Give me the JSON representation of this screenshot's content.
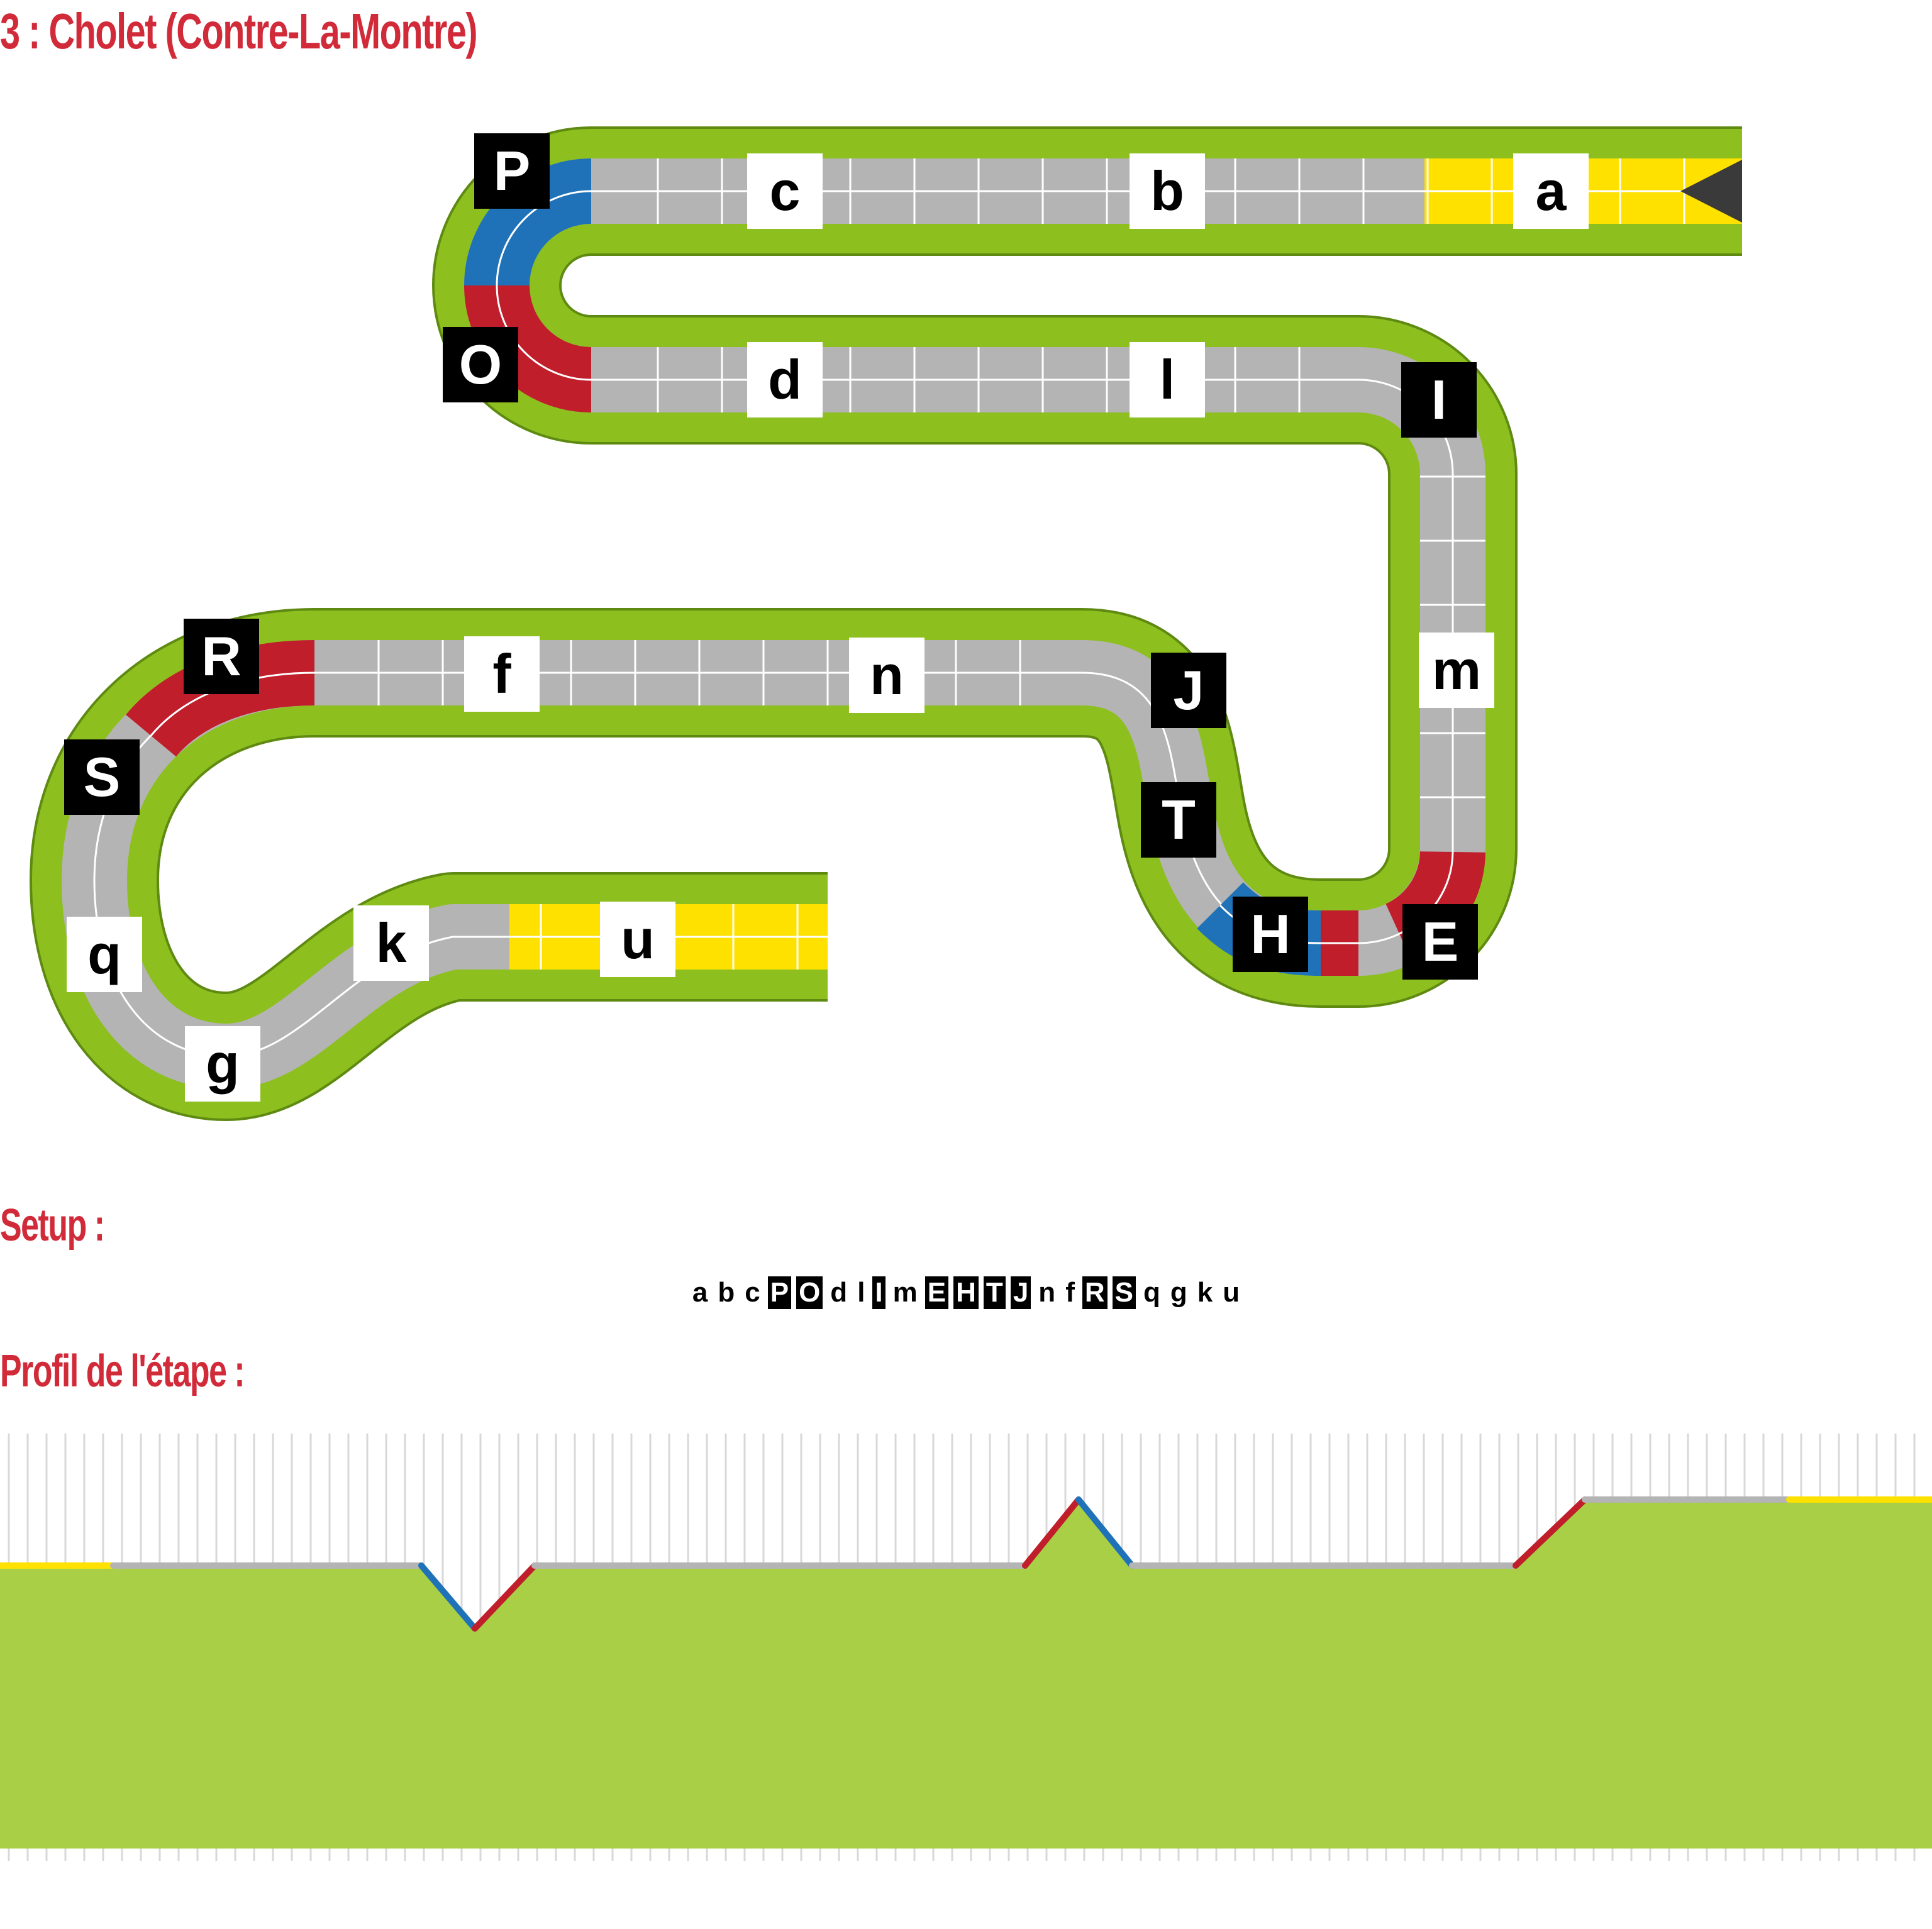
{
  "title": "3 : Cholet (Contre-La-Montre)",
  "setup": {
    "heading": "Setup :",
    "sequence": [
      {
        "label": "a",
        "style": "white"
      },
      {
        "label": "b",
        "style": "white"
      },
      {
        "label": "c",
        "style": "white"
      },
      {
        "label": "P",
        "style": "black"
      },
      {
        "label": "O",
        "style": "black"
      },
      {
        "label": "d",
        "style": "white"
      },
      {
        "label": "l",
        "style": "white"
      },
      {
        "label": "I",
        "style": "black"
      },
      {
        "label": "m",
        "style": "white"
      },
      {
        "label": "E",
        "style": "black"
      },
      {
        "label": "H",
        "style": "black"
      },
      {
        "label": "T",
        "style": "black"
      },
      {
        "label": "J",
        "style": "black"
      },
      {
        "label": "n",
        "style": "white"
      },
      {
        "label": "f",
        "style": "white"
      },
      {
        "label": "R",
        "style": "black"
      },
      {
        "label": "S",
        "style": "black"
      },
      {
        "label": "q",
        "style": "white"
      },
      {
        "label": "g",
        "style": "white"
      },
      {
        "label": "k",
        "style": "white"
      },
      {
        "label": "u",
        "style": "white"
      }
    ]
  },
  "profile": {
    "heading": "Profil de l'étape :",
    "segments": [
      {
        "type": "flat",
        "color": "yellow"
      },
      {
        "type": "flat",
        "color": "gray"
      },
      {
        "type": "descent",
        "color": "blue"
      },
      {
        "type": "climb",
        "color": "red"
      },
      {
        "type": "flat",
        "color": "gray"
      },
      {
        "type": "climb",
        "color": "red"
      },
      {
        "type": "descent",
        "color": "blue"
      },
      {
        "type": "flat",
        "color": "gray"
      },
      {
        "type": "climb",
        "color": "red"
      },
      {
        "type": "flat",
        "color": "gray"
      },
      {
        "type": "flat",
        "color": "yellow"
      }
    ]
  },
  "track": {
    "tiles": [
      {
        "label": "a",
        "style": "white"
      },
      {
        "label": "b",
        "style": "white"
      },
      {
        "label": "c",
        "style": "white"
      },
      {
        "label": "P",
        "style": "black"
      },
      {
        "label": "O",
        "style": "black"
      },
      {
        "label": "d",
        "style": "white"
      },
      {
        "label": "l",
        "style": "white"
      },
      {
        "label": "I",
        "style": "black"
      },
      {
        "label": "m",
        "style": "white"
      },
      {
        "label": "E",
        "style": "black"
      },
      {
        "label": "H",
        "style": "black"
      },
      {
        "label": "T",
        "style": "black"
      },
      {
        "label": "J",
        "style": "black"
      },
      {
        "label": "n",
        "style": "white"
      },
      {
        "label": "f",
        "style": "white"
      },
      {
        "label": "R",
        "style": "black"
      },
      {
        "label": "S",
        "style": "black"
      },
      {
        "label": "q",
        "style": "white"
      },
      {
        "label": "g",
        "style": "white"
      },
      {
        "label": "k",
        "style": "white"
      },
      {
        "label": "u",
        "style": "white"
      }
    ],
    "start_marker": "start-arrow-icon"
  },
  "colors": {
    "title_red": "#d12b3a",
    "grass": "#8dbf1e",
    "grass_border": "#5f8a12",
    "road": "#b4b4b4",
    "yellow": "#ffe100",
    "blue": "#1f72b8",
    "red": "#c01e2b",
    "profile_fill": "#a8cf45"
  }
}
